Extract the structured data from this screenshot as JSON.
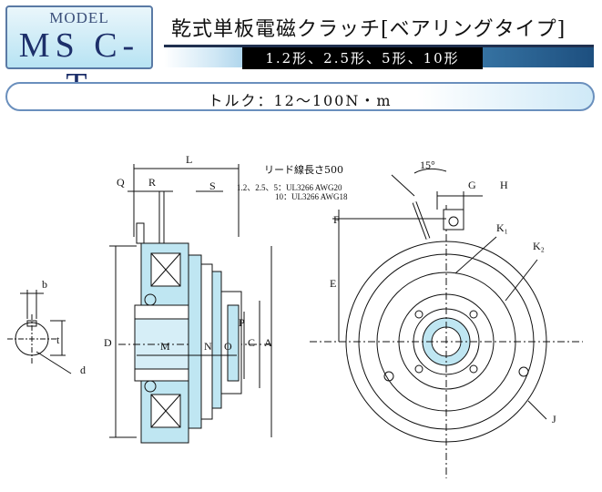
{
  "header": {
    "model_label": "MODEL",
    "model_name": "MS C-T",
    "title": "乾式単板電磁クラッチ[ベアリングタイプ]",
    "sizes": "1.2形、2.5形、5形、10形",
    "torque": "トルク：12～100N・m"
  },
  "drawing": {
    "dim_labels": {
      "L": "L",
      "Q": "Q",
      "R": "R",
      "S": "S",
      "D": "D",
      "M": "M",
      "N": "N",
      "O": "O",
      "P": "P",
      "C": "C",
      "A": "A",
      "b": "b",
      "t": "t",
      "d": "d",
      "F": "F",
      "E": "E",
      "G": "G",
      "H": "H",
      "K1": "K₁",
      "K2": "K₂",
      "J": "J",
      "angle": "15°"
    },
    "lead_note": "リード線長さ500",
    "lead_spec_1": "1.2、2.5、5：UL3266 AWG20",
    "lead_spec_2": "10：UL3266 AWG18"
  },
  "colors": {
    "accent_blue": "#5aa7d6",
    "part_fill": "#bfe6f2",
    "navy": "#1d2f6a"
  }
}
